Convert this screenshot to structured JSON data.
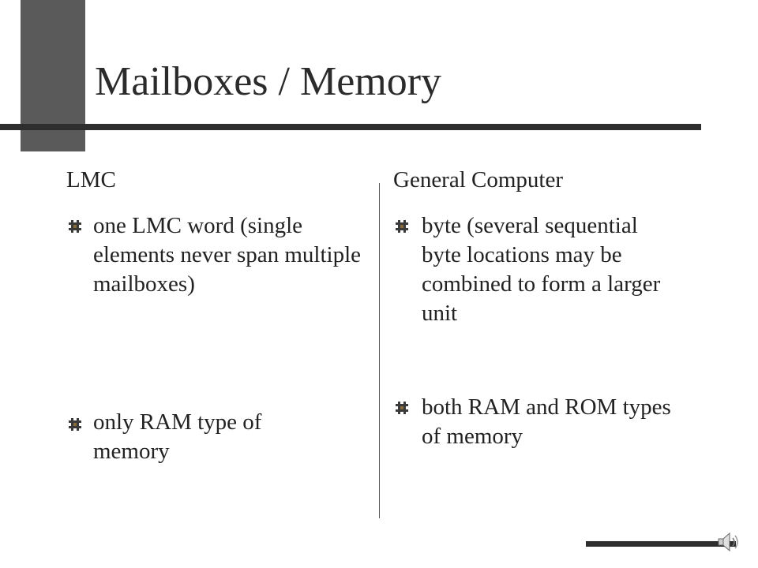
{
  "slide": {
    "title": "Mailboxes / Memory",
    "left_column": {
      "heading": "LMC",
      "bullets": [
        "one LMC word (single elements never span multiple mailboxes)",
        "only RAM type of memory"
      ]
    },
    "right_column": {
      "heading": "General Computer",
      "bullets": [
        "byte (several sequential byte locations may be combined to form a larger unit",
        "both RAM and ROM types of memory"
      ]
    }
  },
  "icons": {
    "bullet": "hash-bullet-icon",
    "audio": "speaker-icon"
  },
  "colors": {
    "accent_dark": "#2e2e2e",
    "corner_block": "#5a5a5a",
    "text": "#222222"
  }
}
